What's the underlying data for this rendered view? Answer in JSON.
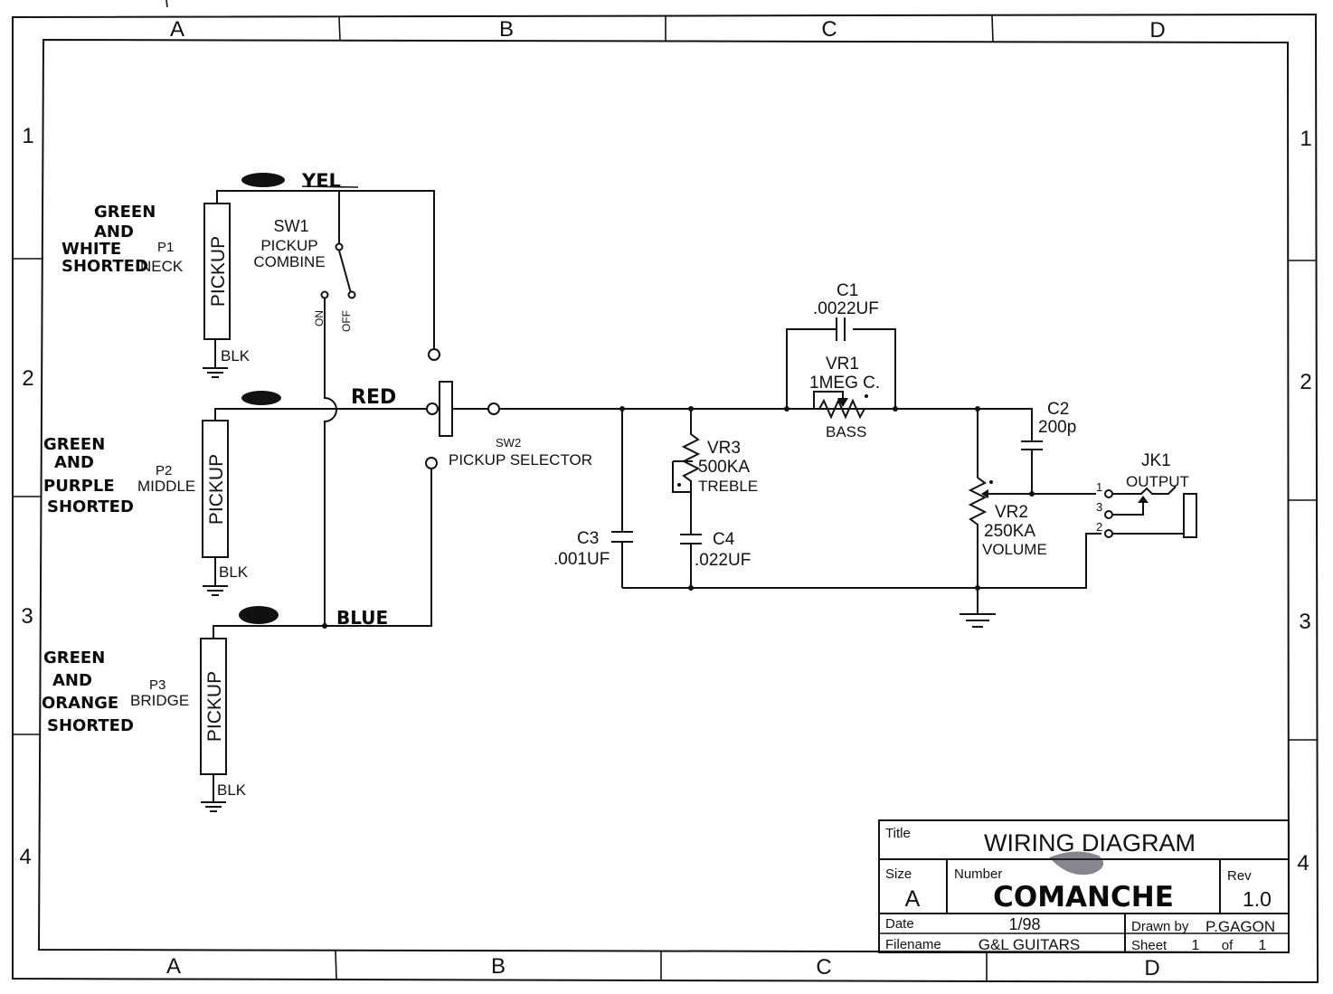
{
  "frame": {
    "columns": [
      "A",
      "B",
      "C",
      "D"
    ],
    "rows": [
      "1",
      "2",
      "3",
      "4"
    ]
  },
  "pickups": {
    "p1": {
      "ref": "P1",
      "position": "NECK",
      "label": "PICKUP",
      "ground_label": "BLK",
      "wire_color": "YEL",
      "note": [
        "GREEN",
        "AND",
        "WHITE",
        "SHORTED"
      ]
    },
    "p2": {
      "ref": "P2",
      "position": "MIDDLE",
      "label": "PICKUP",
      "ground_label": "BLK",
      "wire_color": "RED",
      "note": [
        "GREEN",
        "AND",
        "PURPLE",
        "SHORTED"
      ]
    },
    "p3": {
      "ref": "P3",
      "position": "BRIDGE",
      "label": "PICKUP",
      "ground_label": "BLK",
      "wire_color": "BLUE",
      "note": [
        "GREEN",
        "AND",
        "ORANGE",
        "SHORTED"
      ]
    }
  },
  "sw1": {
    "ref": "SW1",
    "name_1": "PICKUP",
    "name_2": "COMBINE",
    "on": "ON",
    "off": "OFF"
  },
  "sw2": {
    "ref": "SW2",
    "name": "PICKUP SELECTOR"
  },
  "components": {
    "c1": {
      "ref": "C1",
      "value": ".0022UF"
    },
    "c2": {
      "ref": "C2",
      "value": "200p"
    },
    "c3": {
      "ref": "C3",
      "value": ".001UF"
    },
    "c4": {
      "ref": "C4",
      "value": ".022UF"
    },
    "vr1": {
      "ref": "VR1",
      "value": "1MEG C.",
      "function": "BASS"
    },
    "vr2": {
      "ref": "VR2",
      "value": "250KA",
      "function": "VOLUME"
    },
    "vr3": {
      "ref": "VR3",
      "value": "500KA",
      "function": "TREBLE"
    },
    "jk1": {
      "ref": "JK1",
      "name": "OUTPUT",
      "pin1": "1",
      "pin2": "2",
      "pin3": "3"
    }
  },
  "title_block": {
    "title_label": "Title",
    "title": "WIRING DIAGRAM",
    "size_label": "Size",
    "size": "A",
    "number_label": "Number",
    "number": "COMANCHE",
    "rev_label": "Rev",
    "rev": "1.0",
    "date_label": "Date",
    "date": "1/98",
    "drawn_label": "Drawn by",
    "drawn_by": "P.GAGON",
    "filename_label": "Filename",
    "filename": "G&L GUITARS",
    "sheet_label": "Sheet",
    "sheet": "1",
    "of_label": "of",
    "sheets": "1"
  }
}
